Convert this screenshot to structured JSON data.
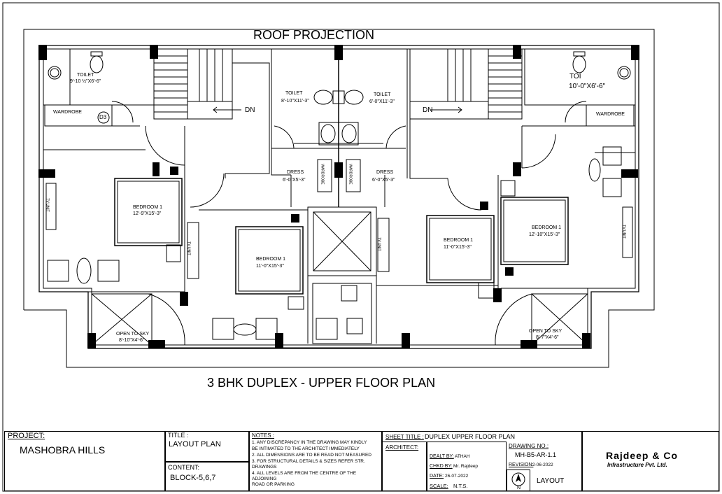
{
  "plan": {
    "roof_label": "ROOF PROJECTION",
    "title": "3 BHK DUPLEX - UPPER  FLOOR PLAN",
    "toilet_left": {
      "name": "TOILET",
      "dim": "9'-10 ½\"X6'-6\""
    },
    "toilet_right": {
      "name": "TOI",
      "dim": "10'-0\"X6'-6\""
    },
    "toilet_mid_left": {
      "name": "TOILET",
      "dim": "8'-10\"X11'-3\""
    },
    "toilet_mid_right": {
      "name": "TOILET",
      "dim": "6'-0\"X11'-3\""
    },
    "wardrobe": "WARDROBE",
    "wardrobe_vertical": "WARDROBE",
    "door_tag": "D3",
    "dn": "DN",
    "dress_left": {
      "name": "DRESS",
      "dim": "6'-0\"X5'-3\""
    },
    "dress_right": {
      "name": "DRESS",
      "dim": "6'-0\"X5'-3\""
    },
    "bed1": {
      "name": "BEDROOM 1",
      "dim": "12'-9\"X15'-3\""
    },
    "bed2": {
      "name": "BEDROOM 1",
      "dim": "11'-0\"X15'-3\""
    },
    "bed3": {
      "name": "BEDROOM 1",
      "dim": "11'-0\"X15'-3\""
    },
    "bed4": {
      "name": "BEDROOM 1",
      "dim": "12'-10\"X15'-3\""
    },
    "tv_unit": "TV UNIT",
    "sky_left": {
      "name": "OPEN TO SKY",
      "dim": "8'-10\"X4'-6\""
    },
    "sky_right": {
      "name": "OPEN TO SKY",
      "dim": "8'-7\"X4'-6\""
    }
  },
  "titleblock": {
    "project_label": "PROJECT:",
    "project_value": "MASHOBRA HILLS",
    "title_label": "TITLE :",
    "title_value": "LAYOUT PLAN",
    "content_label": "CONTENT:",
    "content_value": "BLOCK-5,6,7",
    "notes_label": "NOTES :",
    "notes": [
      "1. ANY DISCREPANCY IN THE DRAWING MAY KINDLY",
      "BE INTIMATED TO THE ARCHITECT IMMEDIATELY",
      "2. ALL DIMENSIONS ARE TO BE READ NOT MEASURED",
      "3. FOR STRUCTURAL DETAILS & SIZES REFER STR.",
      "DRAWINGS",
      "4. ALL LEVELS ARE FROM THE CENTRE OF THE",
      "ADJOINING",
      " ROAD OR PARKING"
    ],
    "sheet_title_label": "SHEET TITLE :",
    "sheet_title_value": "DUPLEX UPPER  FLOOR PLAN",
    "architect_label": "ARCHITECT:",
    "drawing_no_label": "DRAWING NO.:",
    "drawing_no_value": "MH-B5-AR-1.1",
    "dealt_by_label": "DEALT BY:",
    "dealt_by_value": "ATHAH",
    "revision_label": "REVISION:",
    "revision_value": "2-06-2022",
    "chkd_by_label": "CHKD BY:",
    "chkd_by_value": "Mr. Rajdeep",
    "date_label": "DATE:",
    "date_value": "26-07-2022",
    "scale_label": "SCALE:",
    "scale_value": "N.T.S.",
    "north_label": "N",
    "layout_label": "LAYOUT",
    "company_name": "Rajdeep & Co",
    "company_sub": "Infrastructure Pvt. Ltd."
  }
}
